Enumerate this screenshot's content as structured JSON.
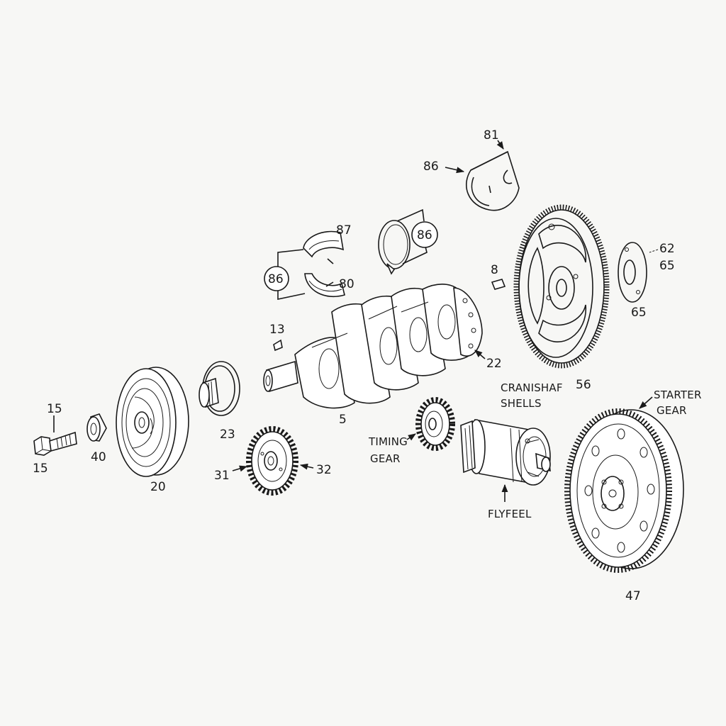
{
  "labels": {
    "l81": "81",
    "l86_top": "86",
    "l87": "87",
    "l86_left": "86",
    "l80": "80",
    "l86_ring": "86",
    "l8": "8",
    "l62": "62",
    "l65_a": "65",
    "l65_b": "65",
    "l13": "13",
    "l22": "22",
    "l56": "56",
    "l5": "5",
    "l15_top": "15",
    "l15_bottom": "15",
    "l40": "40",
    "l20": "20",
    "l23": "23",
    "l31": "31",
    "l32": "32",
    "crankshaft_shells_1": "CRANISHAF",
    "crankshaft_shells_2": "SHELLS",
    "timing_gear_1": "TIMING",
    "timing_gear_2": "GEAR",
    "flywheel": "FLYFEEL",
    "starter_gear_1": "STARTER",
    "starter_gear_2": "GEAR",
    "l47": "47"
  },
  "colors": {
    "ink": "#1a1a1a",
    "paper": "#f7f7f5"
  }
}
